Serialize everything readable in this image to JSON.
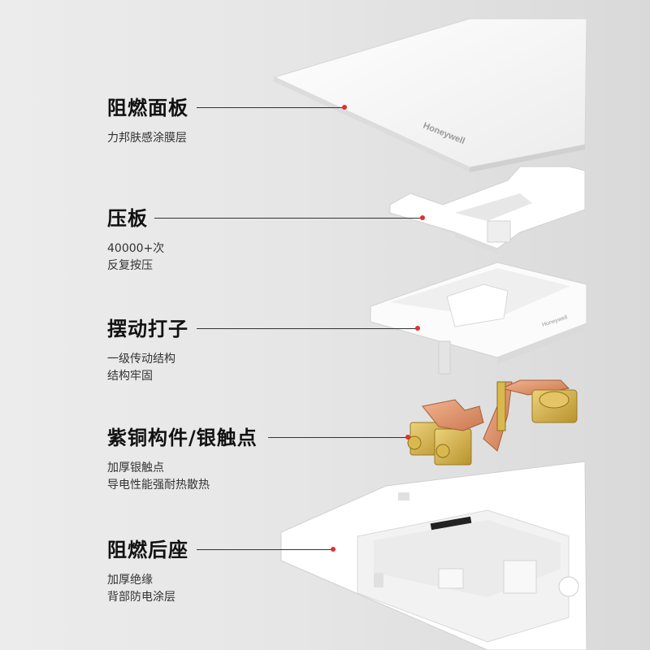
{
  "brand": "Honeywell",
  "accent_color": "#e03030",
  "callouts": [
    {
      "title": "阻燃面板",
      "lines": [
        "力邦肤感涂膜层"
      ]
    },
    {
      "title": "压板",
      "lines": [
        "40000+次",
        "反复按压"
      ]
    },
    {
      "title": "摆动打子",
      "lines": [
        "一级传动结构",
        "结构牢固"
      ]
    },
    {
      "title": "紫铜构件/银触点",
      "lines": [
        "加厚银触点",
        "导电性能强耐热散热"
      ]
    },
    {
      "title": "阻燃后座",
      "lines": [
        "加厚绝缘",
        "背部防电涂层"
      ]
    }
  ]
}
